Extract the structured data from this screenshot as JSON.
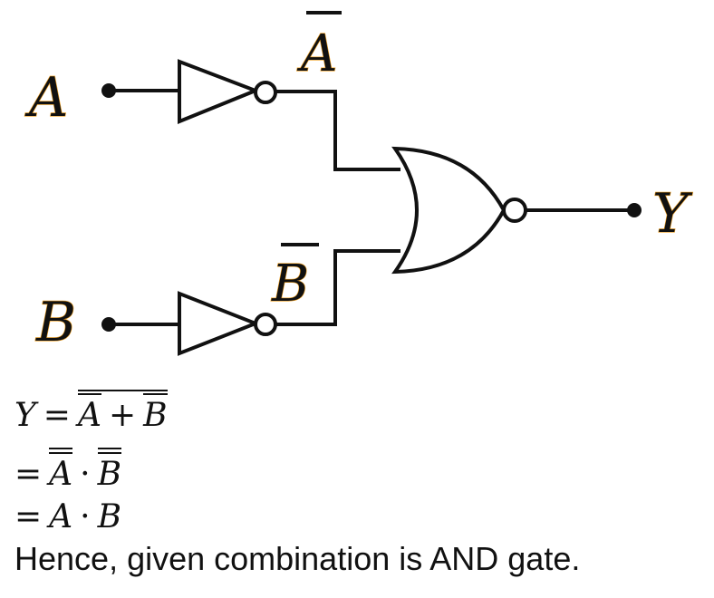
{
  "diagram": {
    "input_a": "A",
    "input_b": "B",
    "not_a_label": "A",
    "not_b_label": "B",
    "output": "Y"
  },
  "equations": {
    "line1": {
      "lhs": "Y",
      "eq": "=",
      "a": "A",
      "plus": "+",
      "b": "B"
    },
    "line2": {
      "eq": "=",
      "a": "A",
      "dot": "·",
      "b": "B"
    },
    "line3": {
      "eq": "=",
      "a": "A",
      "dot": "·",
      "b": "B"
    }
  },
  "conclusion": "Hence, given combination is AND gate."
}
